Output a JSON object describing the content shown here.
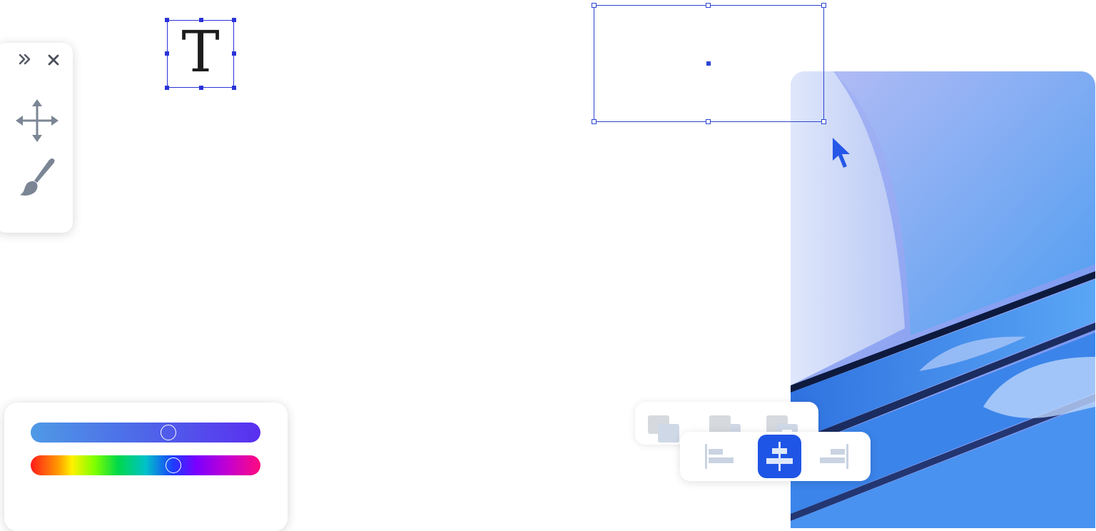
{
  "tool_panel": {
    "expand": "expand-panel",
    "close": "close-panel",
    "tools": [
      {
        "name": "move-tool",
        "icon": "move-arrows-icon"
      },
      {
        "name": "brush-tool",
        "icon": "paint-brush-icon"
      }
    ]
  },
  "canvas": {
    "text_glyph": "T"
  },
  "color_panel": {
    "saturation_value": 0.6,
    "hue_value": 0.62
  },
  "arrange_toolbar": {
    "icons": [
      "send-backward-icon",
      "bring-forward-icon",
      "group-icon"
    ]
  },
  "align_toolbar": {
    "buttons": [
      {
        "icon": "align-left-icon",
        "active": false
      },
      {
        "icon": "align-center-icon",
        "active": true
      },
      {
        "icon": "align-right-icon",
        "active": false
      }
    ]
  },
  "colors": {
    "accent": "#1f55e6",
    "selection": "#2d45d0",
    "icon_gray": "#7b8594"
  }
}
